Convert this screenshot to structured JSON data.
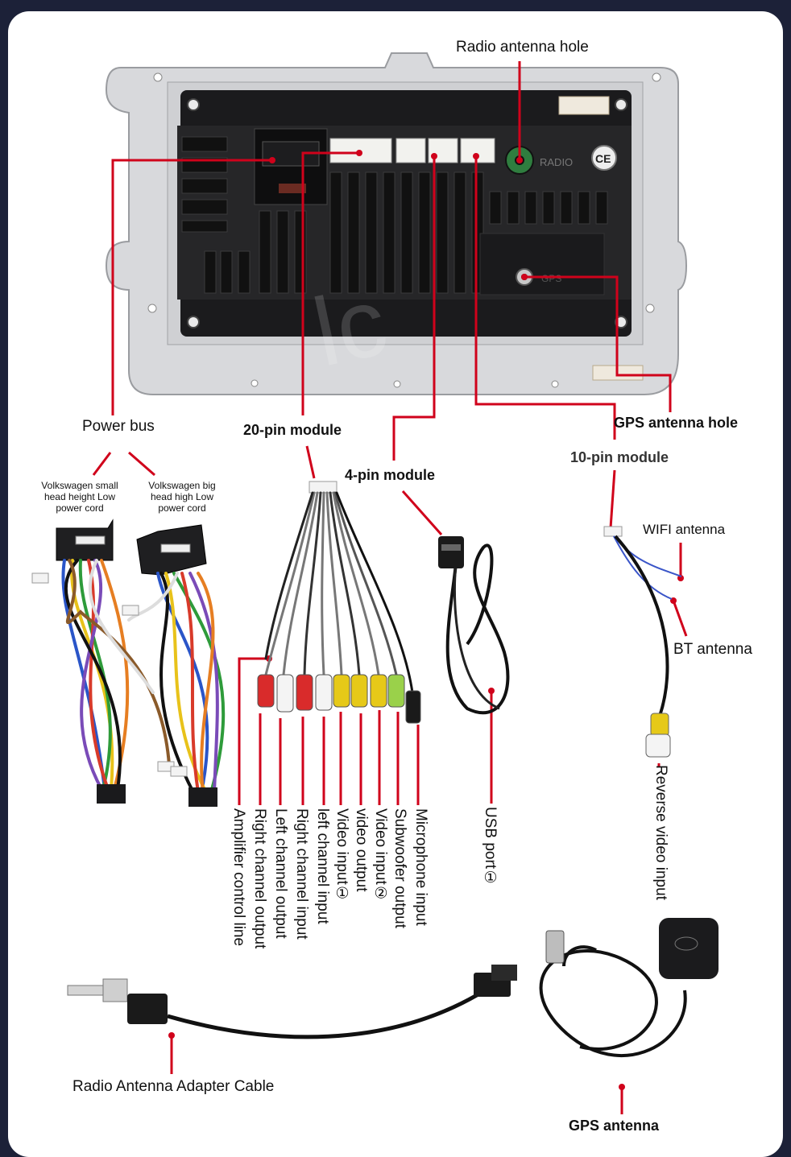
{
  "labels": {
    "radio_antenna_hole": "Radio antenna hole",
    "radio_marking": "RADIO",
    "ce_mark": "CE",
    "gps_marking": "GPS",
    "power_bus": "Power bus",
    "pin20_module": "20-pin module",
    "pin4_module": "4-pin module",
    "gps_antenna_hole": "GPS antenna hole",
    "pin10_module": "10-pin module",
    "vw_small_cord": "Volkswagen small head height Low power cord",
    "vw_big_cord": "Volkswagen big head high Low power cord",
    "wifi_antenna": "WIFI antenna",
    "bt_antenna": "BT antenna",
    "reverse_video_input": "Reverse video input",
    "usb_port": "USB port①",
    "radio_adapter_cable": "Radio Antenna Adapter Cable",
    "gps_antenna": "GPS antenna",
    "watermark": "lc"
  },
  "rca_outputs": [
    "Amplifier control line",
    "Right channel output",
    "Left channel output",
    "Right channel input",
    "left channel input",
    "Video input①",
    "video output",
    "Video input②",
    "Subwoofer output",
    "Microphone input"
  ],
  "colors": {
    "leader_line": "#d0021b",
    "frame_background": "#1c2138",
    "card": "#ffffff"
  }
}
